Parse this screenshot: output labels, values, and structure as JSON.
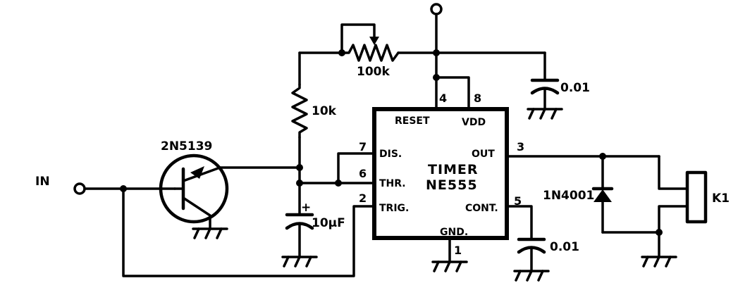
{
  "labels": {
    "input": "IN",
    "transistor": "2N5139",
    "r_pot": "100k",
    "r_fixed": "10k",
    "c_timing": "10μF",
    "c_timing_polarity": "+",
    "c_supply": "0.01",
    "c_control": "0.01",
    "diode": "1N4001",
    "relay": "K1"
  },
  "ic": {
    "title": "TIMER",
    "part": "NE555",
    "pins": {
      "reset": "RESET",
      "vdd": "VDD",
      "dis": "DIS.",
      "thr": "THR.",
      "trig": "TRIG.",
      "out": "OUT",
      "cont": "CONT.",
      "gnd": "GND."
    },
    "pin_numbers": {
      "p1": "1",
      "p2": "2",
      "p3": "3",
      "p4": "4",
      "p5": "5",
      "p6": "6",
      "p7": "7",
      "p8": "8"
    }
  }
}
